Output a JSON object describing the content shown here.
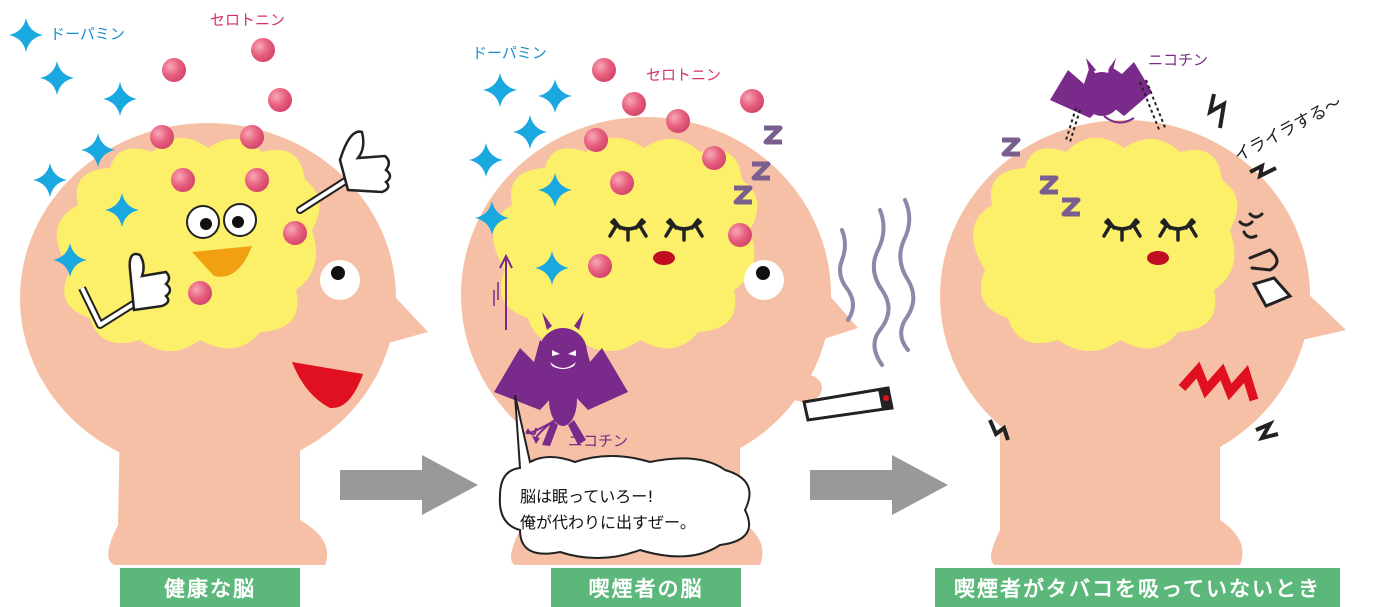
{
  "labels": {
    "dopamine": "ドーパミン",
    "serotonin": "セロトニン",
    "nicotine": "ニコチン",
    "irritated": "イライラする〜"
  },
  "speech": {
    "line1": "脳は眠っていろー!",
    "line2": "俺が代わりに出すぜー。"
  },
  "captions": {
    "panel1": "健康な脳",
    "panel2": "喫煙者の脳",
    "panel3": "喫煙者がタバコを吸っていないとき"
  },
  "colors": {
    "skin": "#f5c0a5",
    "brain": "#fcf06a",
    "serotonin_ball": "#e8607e",
    "dopamine_star": "#1aa8e0",
    "nicotine_devil": "#7a2a8a",
    "caption_bg": "#5cb87a",
    "arrow": "#999999",
    "zzz": "#7a5f8e",
    "irritation": "#e01020"
  },
  "icons": [
    "sparkle-star-icon",
    "serotonin-ball-icon",
    "thumbs-up-icon",
    "devil-icon",
    "cigarette-icon",
    "smoke-icon",
    "zzz-icon",
    "anger-mark-icon",
    "arrow-right-icon"
  ]
}
